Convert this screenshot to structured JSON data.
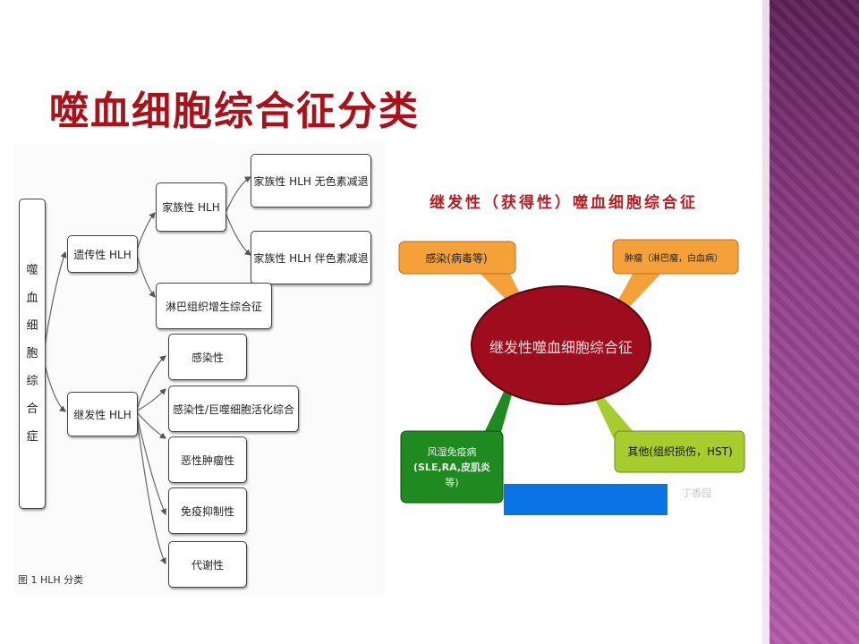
{
  "title": "噬血细胞综合征分类",
  "left_diagram": {
    "root_chars": [
      "噬",
      "血",
      "细",
      "胞",
      "综",
      "合",
      "症"
    ],
    "hereditary": "遗传性 HLH",
    "familial": "家族性 HLH",
    "familial_no_pigment": "家族性 HLH 无色素减退",
    "familial_with_pigment": "家族性 HLH 伴色素减退",
    "lymphoproliferative": "淋巴组织增生综合征",
    "secondary": "继发性 HLH",
    "infection": "感染性",
    "infection_mas": "感染性/巨噬细胞活化综合",
    "malignant": "恶性肿瘤性",
    "immunosuppressive": "免疫抑制性",
    "metabolic": "代谢性",
    "caption": "图 1 HLH 分类"
  },
  "right_diagram": {
    "title": "继发性（获得性）噬血细胞综合征",
    "center": "继发性噬血细胞综合征",
    "infection": "感染(病毒等)",
    "tumor": "肿瘤（淋巴瘤，白血病）",
    "rheum_line1": "风湿免疫病",
    "rheum_line2": "(SLE,RA,皮肌炎",
    "rheum_line3": "等)",
    "other": "其他(组织损伤，HST)",
    "watermark": "丁香园"
  },
  "colors": {
    "title": "#a8121a",
    "ellipse": "#9e0d1d",
    "orange": "#f5a13a",
    "green": "#1f8a1f",
    "lightgreen": "#a6cc2e",
    "blue": "#0a73e6"
  }
}
